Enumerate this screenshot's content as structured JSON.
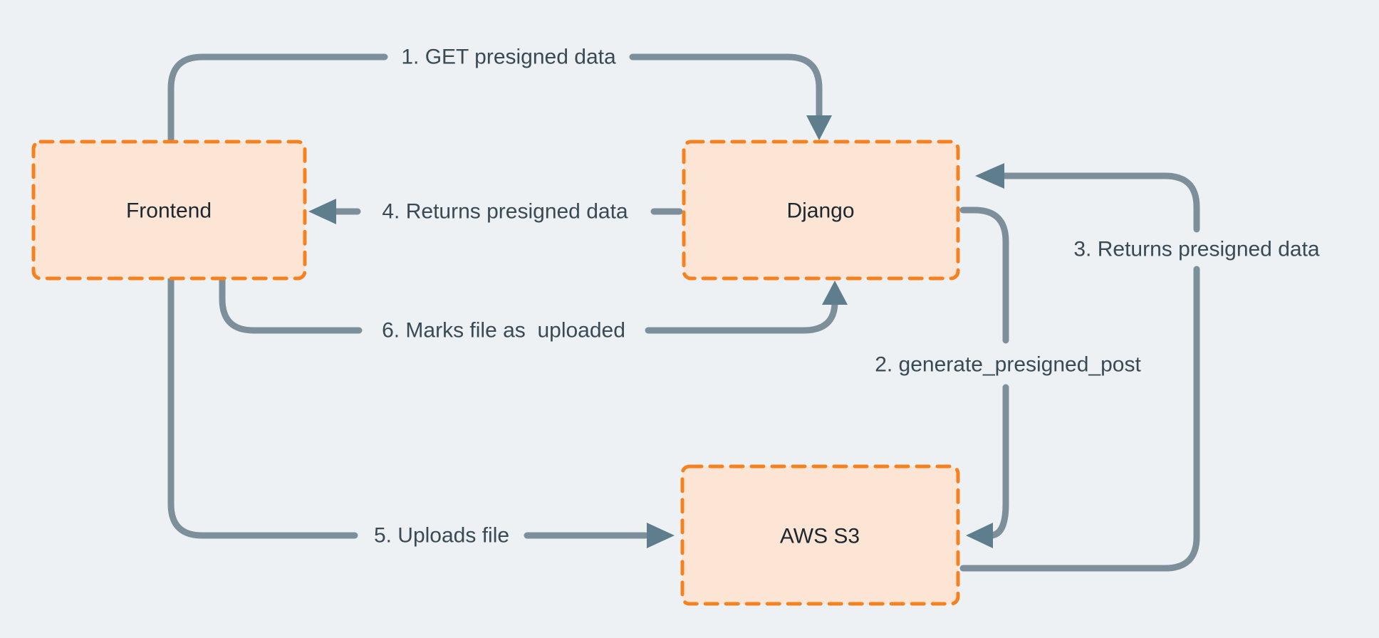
{
  "diagram": {
    "type": "flow-diagram",
    "description": "Presigned upload flow between Frontend, Django and AWS S3"
  },
  "colors": {
    "bg": "#edf1f4",
    "box_fill": "#fce5d5",
    "box_border": "#f5821f",
    "arrow_line": "#7d8f9b",
    "arrow_head": "#5e7d8d",
    "label_text": "#3a4a55",
    "node_text": "#1c2730"
  },
  "nodes": [
    {
      "id": "frontend",
      "label": "Frontend"
    },
    {
      "id": "django",
      "label": "Django"
    },
    {
      "id": "aws-s3",
      "label": "AWS S3"
    }
  ],
  "arrows": [
    {
      "step": 1,
      "label": "1. GET presigned data",
      "from": "frontend",
      "to": "django"
    },
    {
      "step": 2,
      "label": "2. generate_presigned_post",
      "from": "django",
      "to": "aws-s3"
    },
    {
      "step": 3,
      "label": "3. Returns presigned data",
      "from": "aws-s3",
      "to": "django"
    },
    {
      "step": 4,
      "label": "4. Returns presigned data",
      "from": "django",
      "to": "frontend"
    },
    {
      "step": 5,
      "label": "5. Uploads file",
      "from": "frontend",
      "to": "aws-s3"
    },
    {
      "step": 6,
      "label": "6. Marks file as  uploaded",
      "from": "frontend",
      "to": "django"
    }
  ]
}
